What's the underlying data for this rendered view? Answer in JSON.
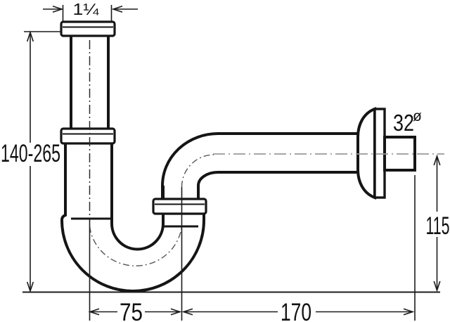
{
  "diagram": {
    "kind": "technical dimensional drawing",
    "subject": "bottle/pipe trap (siphon) with wall outlet",
    "labels": {
      "inlet_size": "1¼",
      "height_range": "140-265",
      "trap_offset": "75",
      "wall_projection": "170",
      "outlet_height": "115",
      "outlet_diameter_value": "32",
      "diameter_symbol": "ø"
    },
    "colors": {
      "outline": "#151515",
      "thin_line": "#1c1c1c",
      "centerline_gray": "#999999",
      "background": "#ffffff",
      "text": "#111111"
    }
  }
}
